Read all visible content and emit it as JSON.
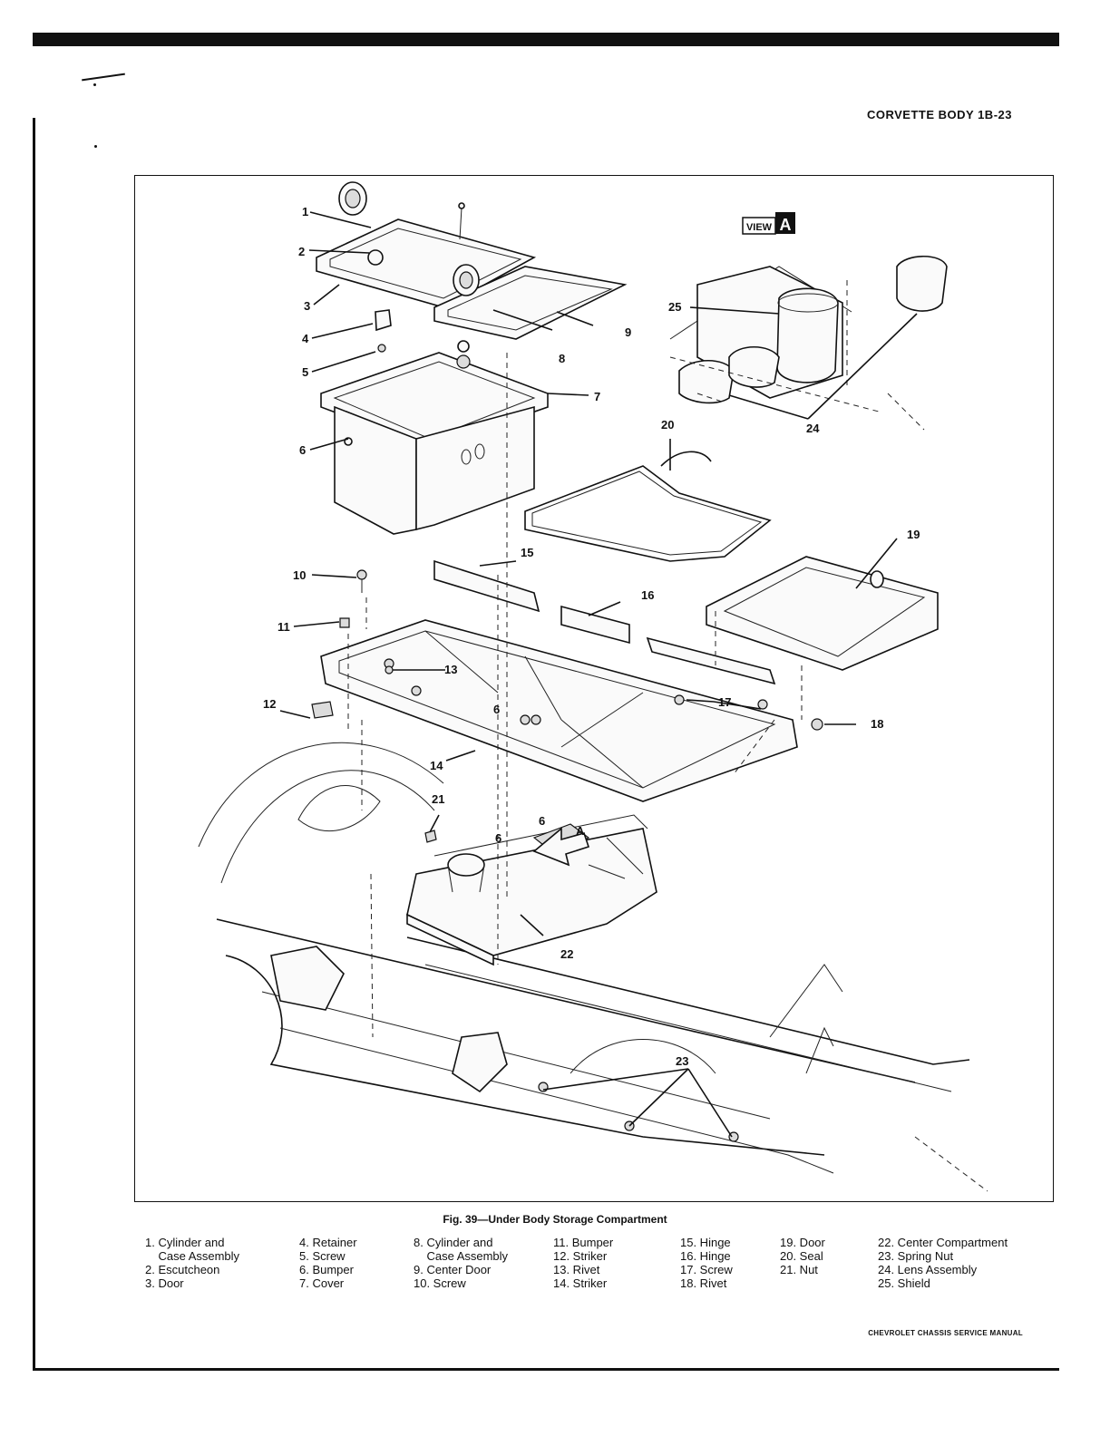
{
  "header": {
    "title": "CORVETTE BODY 1B-23"
  },
  "figure": {
    "caption": "Fig. 39—Under Body Storage Compartment",
    "view_label": "VIEW",
    "view_letter": "A",
    "arrow_letter": "A",
    "callouts": [
      "1",
      "2",
      "3",
      "4",
      "5",
      "6",
      "7",
      "8",
      "9",
      "10",
      "11",
      "12",
      "13",
      "14",
      "15",
      "16",
      "17",
      "18",
      "19",
      "20",
      "21",
      "22",
      "23",
      "24",
      "25"
    ],
    "stamp_marks": [
      "6",
      "6",
      "6"
    ]
  },
  "legend": {
    "columns": [
      [
        "1. Cylinder and",
        "    Case Assembly",
        "2. Escutcheon",
        "3. Door"
      ],
      [
        "4. Retainer",
        "5. Screw",
        "6. Bumper",
        "7. Cover"
      ],
      [
        "8. Cylinder and",
        "    Case Assembly",
        "9. Center Door",
        "10. Screw"
      ],
      [
        "11. Bumper",
        "12. Striker",
        "13. Rivet",
        "14. Striker"
      ],
      [
        "15. Hinge",
        "16. Hinge",
        "17. Screw",
        "18. Rivet"
      ],
      [
        "19. Door",
        "20. Seal",
        "21. Nut"
      ],
      [
        "22. Center Compartment",
        "23. Spring Nut",
        "24. Lens Assembly",
        "25. Shield"
      ]
    ]
  },
  "footer": {
    "text": "CHEVROLET CHASSIS SERVICE MANUAL"
  }
}
